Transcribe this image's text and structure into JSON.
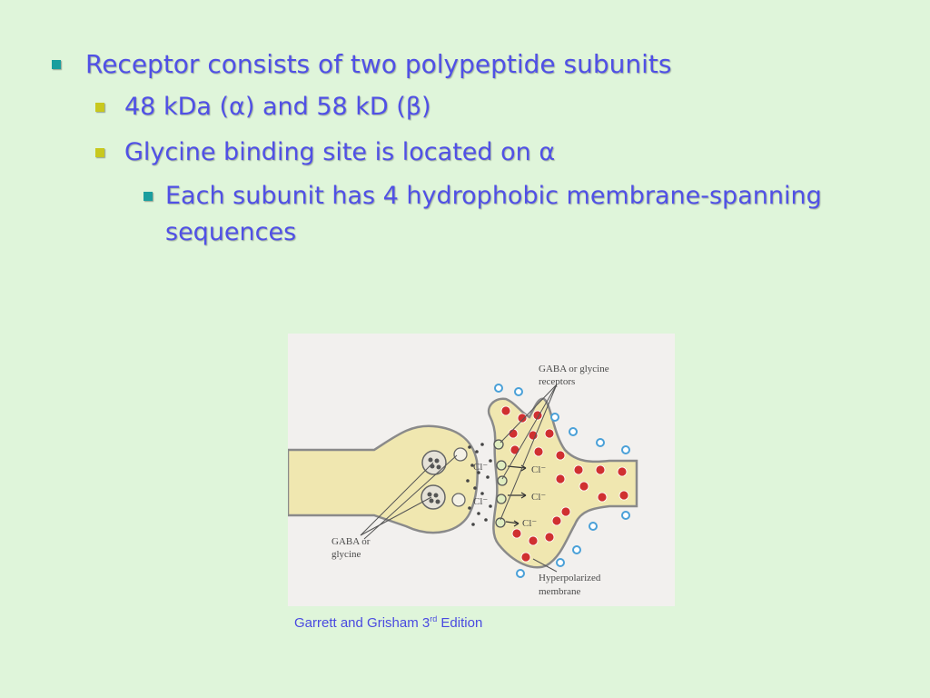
{
  "slide": {
    "bullets": {
      "b1": "Receptor consists of two polypeptide subunits",
      "b2": "48 kDa (α) and 58 kD (β)",
      "b3": "Glycine binding site is located on α",
      "b4": "Each subunit has 4 hydrophobic membrane-spanning sequences"
    },
    "caption_main": "Garrett and Grisham 3",
    "caption_sup": "rd",
    "caption_tail": " Edition"
  },
  "figure": {
    "label_receptors_1": "GABA or glycine",
    "label_receptors_2": "receptors",
    "label_ligand_1": "GABA or",
    "label_ligand_2": "glycine",
    "label_membrane_1": "Hyperpolarized",
    "label_membrane_2": "membrane",
    "chloride": "Cl⁻"
  },
  "colors": {
    "bullet_text": "#5050e6",
    "marker_teal": "#1a9e9e",
    "marker_yellow": "#c8c81e",
    "background": "#dff5da",
    "cell_fill": "#f0e7b0",
    "cell_stroke": "#8a8a8a",
    "negative_charge": "#d03030",
    "positive_charge": "#4aa0d8"
  }
}
